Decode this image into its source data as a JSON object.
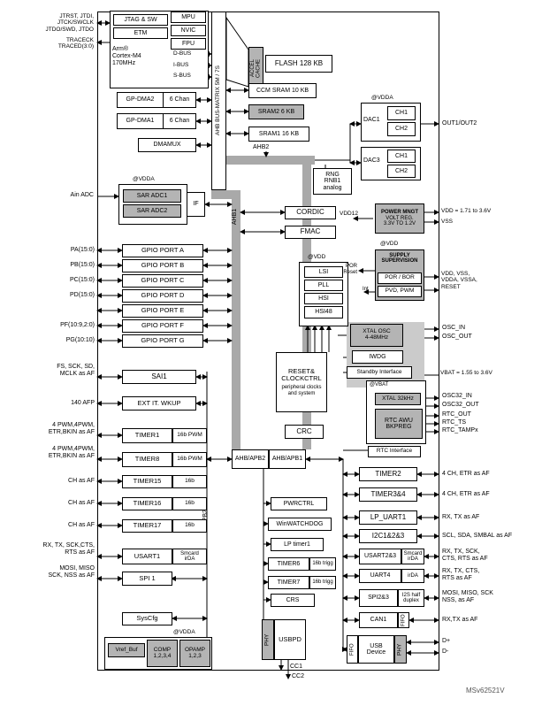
{
  "watermark": "MSv62521V",
  "colors": {
    "gray_box": "#b4b4b4",
    "bus": "#a9a9a9",
    "panel": "#cbcbcb"
  },
  "pins": {
    "jtag": "JTRST, JTDI,\nJTCK/SWCLK\nJTDO/SWD, JTDO",
    "trace": "TRACECK\nTRACED(3:0)",
    "ain": "Ain ADC",
    "gpio": [
      "PA(15:0)",
      "PB(15:0)",
      "PC(15:0)",
      "PD(15:0)",
      "PF(10:9,2:0)",
      "PG(10:10)"
    ],
    "sai1": "FS, SCK, SD,\nMCLK as AF",
    "extit": "140 AFP",
    "timer18": "4 PWM,4PWM,\nETR,BKIN as AF",
    "ch": "CH as AF",
    "usart1": "RX, TX, SCK,CTS,\nRTS as AF",
    "spi1": "MOSI, MISO\nSCK, NSS as AF",
    "out": "OUT1/OUT2",
    "vdd": "VDD = 1.71 to 3.6V",
    "vss": "VSS",
    "supply": "VDD, VSS,\nVDDA, VSSA,\nRESET",
    "oscin": "OSC_IN",
    "oscout": "OSC_OUT",
    "vbat": "VBAT = 1.55 to 3.6V",
    "osc32in": "OSC32_IN",
    "osc32out": "OSC32_OUT",
    "rtcout": "RTC_OUT",
    "rtcts": "RTC_TS",
    "rtctamp": "RTC_TAMPx",
    "timer2": "4 CH, ETR as AF",
    "lpuart": "RX, TX as AF",
    "i2c": "SCL, SDA, SMBAL as AF",
    "usart23": "RX, TX, SCK,\nCTS, RTS as AF",
    "uart4": "RX, TX, CTS,\nRTS as AF",
    "spi23": "MOSI, MISO, SCK\nNSS, as AF",
    "can1": "RX,TX as AF",
    "dp": "D+",
    "dm": "D-",
    "cc1": "CC1",
    "cc2": "CC2"
  },
  "cpu": {
    "jtag": "JTAG & SW",
    "etm": "ETM",
    "mpu": "MPU",
    "nvic": "NVIC",
    "fpu": "FPU",
    "core": "Arm®\nCortex-M4\n170MHz",
    "dbus": "D-BUS",
    "ibus": "I-BUS",
    "sbus": "S-BUS"
  },
  "dma": {
    "gpdma2": "GP-DMA2",
    "gpdma1": "GP-DMA1",
    "chan": "6 Chan",
    "dmamux": "DMAMUX"
  },
  "bus": {
    "matrix": "AHB BUS-MATRIX 5M / 7S",
    "ahb1": "AHB1",
    "ahb2": "AHB2",
    "apb2": "APB2"
  },
  "memory": {
    "accel": "ACCEL\nCACHE",
    "flash": "FLASH 128 KB",
    "ccm": "CCM SRAM 10 KB",
    "sram2": "SRAM2 6 KB",
    "sram1": "SRAM1 16 KB"
  },
  "rng": "RNG\nRNB1\nanalog",
  "adc": {
    "vdda": "@VDDA",
    "adc1": "SAR ADC1",
    "adc2": "SAR ADC2",
    "iface": "IF"
  },
  "gpio": {
    "ports": [
      "GPIO PORT A",
      "GPIO PORT B",
      "GPIO PORT C",
      "GPIO PORT D",
      "GPIO PORT E",
      "GPIO PORT F",
      "GPIO PORT G"
    ]
  },
  "apb2": {
    "sai1": "SAI1",
    "extit": "EXT IT. WKUP",
    "timer1": "TIMER1",
    "timer8": "TIMER8",
    "pwm_tag": "16b PWM",
    "timer15": "TIMER15",
    "timer16": "TIMER16",
    "timer17": "TIMER17",
    "tag16b": "16b",
    "usart1": "USART1",
    "usart1_tag": "Smcard\nirDA",
    "spi1": "SPI 1",
    "syscfg": "SysCfg",
    "vdda": "@VDDA",
    "vrefbuf": "Vref_Buf",
    "comp": "COMP\n1,2,3,4",
    "opamp": "OPAMP\n1,2,3"
  },
  "center": {
    "cordic": "CORDIC",
    "fmac": "FMAC",
    "vdd12": "VDD12",
    "vdd": "@VDD",
    "lsi": "LSI",
    "pll": "PLL",
    "hsi": "HSI",
    "hsi48": "HSI48",
    "reset": "RESET&\nCLOCKCTRL",
    "reset_sub": "peripheral clocks\nand system",
    "crc": "CRC",
    "bridge2": "AHB/APB2",
    "bridge1": "AHB/APB1"
  },
  "apb1c": {
    "pwr": "PWRCTRL",
    "wwdg": "WinWATCHDOG",
    "lptim": "LP timer1",
    "timer6": "TIMER6",
    "timer7": "TIMER7",
    "trig_tag": "16b trigg",
    "crs": "CRS",
    "usbpd": "USBPD",
    "phy": "PHY"
  },
  "right": {
    "vdda": "@VDDA",
    "dac1": "DAC1",
    "dac3": "DAC3",
    "ch1": "CH1",
    "ch2": "CH2",
    "pwr_title": "POWER MNGT",
    "pwr_body": "VOLT REG.\n3.3V TO 1.2V",
    "vdd": "@VDD",
    "supply": "SUPPLY\nSUPERVISION",
    "porbor": "POR / BOR",
    "pvd": "PVD, PWM",
    "por": "POR\nReset",
    "int": "Int",
    "xtal": "XTAL OSC\n4-48MHz",
    "iwdg": "IWDG",
    "standby": "Standby Interface",
    "vbat": "@VBAT",
    "xtal32": "XTAL 32kHz",
    "rtc": "RTC AWU\nBKPREG",
    "rtcif": "RTC Interface"
  },
  "apb1r": {
    "timer2": "TIMER2",
    "timer34": "TIMER3&4",
    "lpuart": "LP_UART1",
    "i2c": "I2C1&2&3",
    "usart23": "USART2&3",
    "smcard_tag": "Smcard\nirDA",
    "uart4": "UART4",
    "irda_tag": "irDA",
    "spi23": "SPI2&3",
    "i2s_tag": "I2S half\nduplex",
    "can1": "CAN1",
    "fifo": "FIFO",
    "usb": "USB\nDevice",
    "phy": "PHY"
  }
}
